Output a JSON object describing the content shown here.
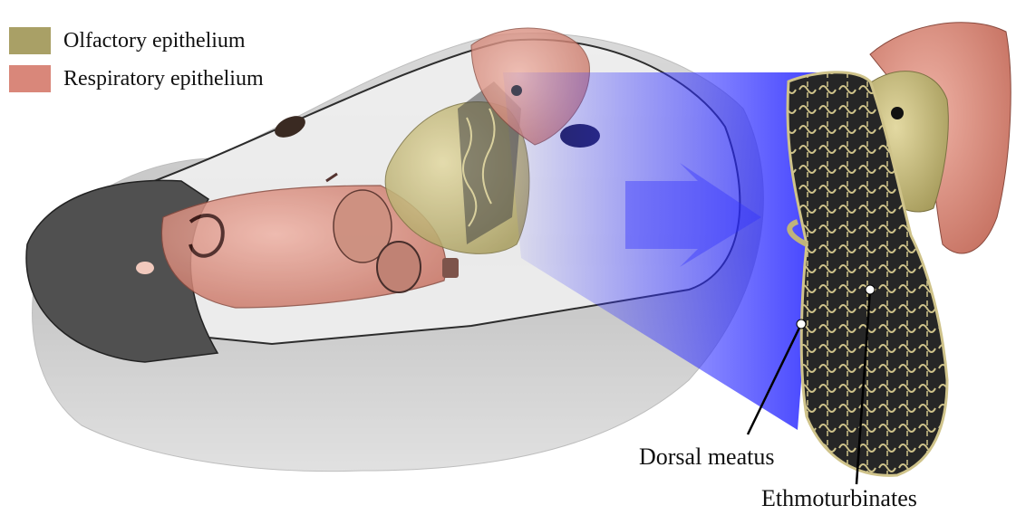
{
  "legend": {
    "items": [
      {
        "label": "Olfactory epithelium",
        "color": "#a9a066"
      },
      {
        "label": "Respiratory epithelium",
        "color": "#d9877a"
      }
    ]
  },
  "callouts": {
    "dorsal_meatus": "Dorsal meatus",
    "ethmoturbinates": "Ethmoturbinates"
  },
  "colors": {
    "skull_gray": "#9a9a9a",
    "snout_dark": "#4a4a4a",
    "magnify_blue": "#2f2fff",
    "olfactory": "#b7ad72",
    "respiratory": "#d9877a",
    "section_black": "#232323"
  }
}
